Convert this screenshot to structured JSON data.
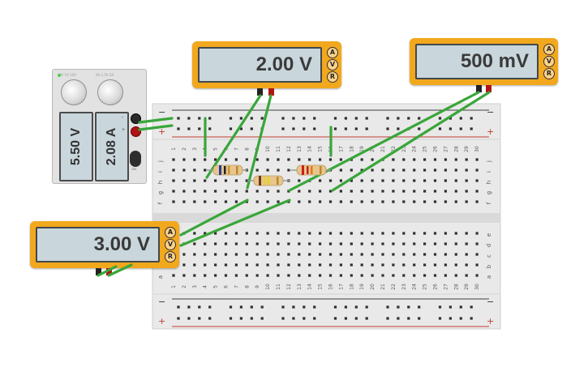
{
  "power_supply": {
    "voltage_display": "5.50 V",
    "current_display": "2.08 A",
    "voltage_knob_scale": "0V  5V  10V",
    "current_knob_scale": "0A  2.5A  5A",
    "terminal_neg": "-",
    "terminal_pos": "+",
    "switch_label": "ON"
  },
  "multimeters": [
    {
      "id": "top-center",
      "reading": "2.00 V",
      "modes": [
        "A",
        "V",
        "R"
      ]
    },
    {
      "id": "top-right",
      "reading": "500 mV",
      "modes": [
        "A",
        "V",
        "R"
      ]
    },
    {
      "id": "bottom-left",
      "reading": "3.00 V",
      "modes": [
        "A",
        "V",
        "R"
      ]
    }
  ],
  "breadboard": {
    "rail_minus": "−",
    "rail_plus": "+",
    "row_labels_top": [
      "j",
      "i",
      "h",
      "g",
      "f"
    ],
    "row_labels_bottom": [
      "e",
      "d",
      "c",
      "b",
      "a"
    ],
    "column_numbers": [
      "1",
      "2",
      "3",
      "4",
      "5",
      "6",
      "7",
      "8",
      "9",
      "10",
      "11",
      "12",
      "13",
      "14",
      "15",
      "16",
      "17",
      "18",
      "19",
      "20",
      "21",
      "22",
      "23",
      "24",
      "25",
      "26",
      "27",
      "28",
      "29",
      "30"
    ]
  },
  "colors": {
    "meter_body": "#f2a81d",
    "lcd": "#c9d6dc",
    "wire": "#3aa63a",
    "rail_red": "#c23b33",
    "rail_black": "#404040",
    "board": "#e9e9e9",
    "probe_red": "#b01515",
    "probe_black": "#222222"
  }
}
